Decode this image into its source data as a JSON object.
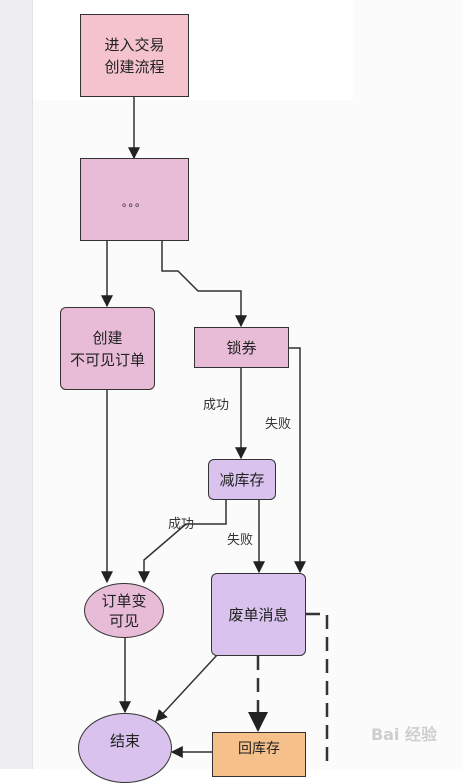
{
  "diagram": {
    "nodes": {
      "enter": "进入交易\n创建流程",
      "ellipsis": "。。。",
      "create_order": "创建\n不可见订单",
      "lock_coupon": "锁券",
      "reduce_stock": "减库存",
      "order_visible": "订单变\n可见",
      "cancel_message": "废单消息",
      "end": "结束",
      "return_stock": "回库存"
    },
    "edge_labels": {
      "lock_success": "成功",
      "lock_fail": "失败",
      "stock_success": "成功",
      "stock_fail": "失败"
    },
    "colors": {
      "pink": "#f4c3cd",
      "mauve": "#e8bcd7",
      "purple": "#d9c3ee",
      "orange": "#f6c08a",
      "stroke": "#333333"
    }
  },
  "watermark": "Bai  经验"
}
